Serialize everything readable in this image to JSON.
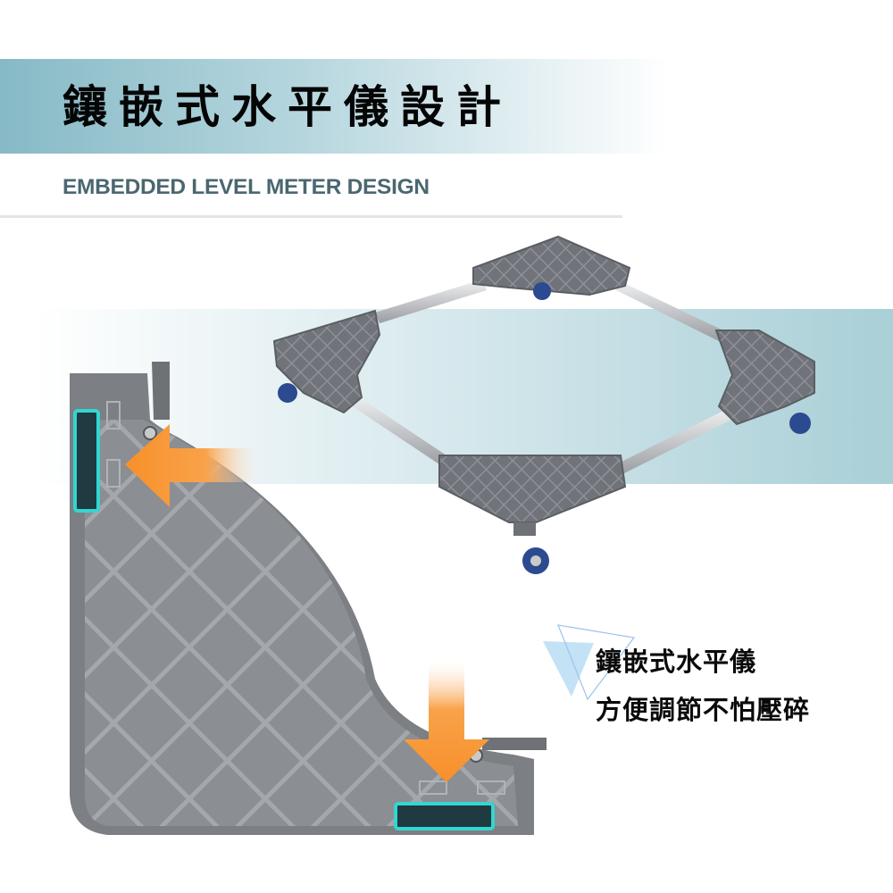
{
  "header": {
    "title": "鑲嵌式水平儀設計",
    "subtitle": "EMBEDDED LEVEL METER DESIGN"
  },
  "caption": {
    "line1": "鑲嵌式水平儀",
    "line2": "方便調節不怕壓碎"
  },
  "colors": {
    "banner": "#86bac6",
    "subtitle": "#4b6770",
    "plastic": "#8a8d92",
    "highlight": "#33d6d0",
    "arrow": "#f7902a"
  }
}
